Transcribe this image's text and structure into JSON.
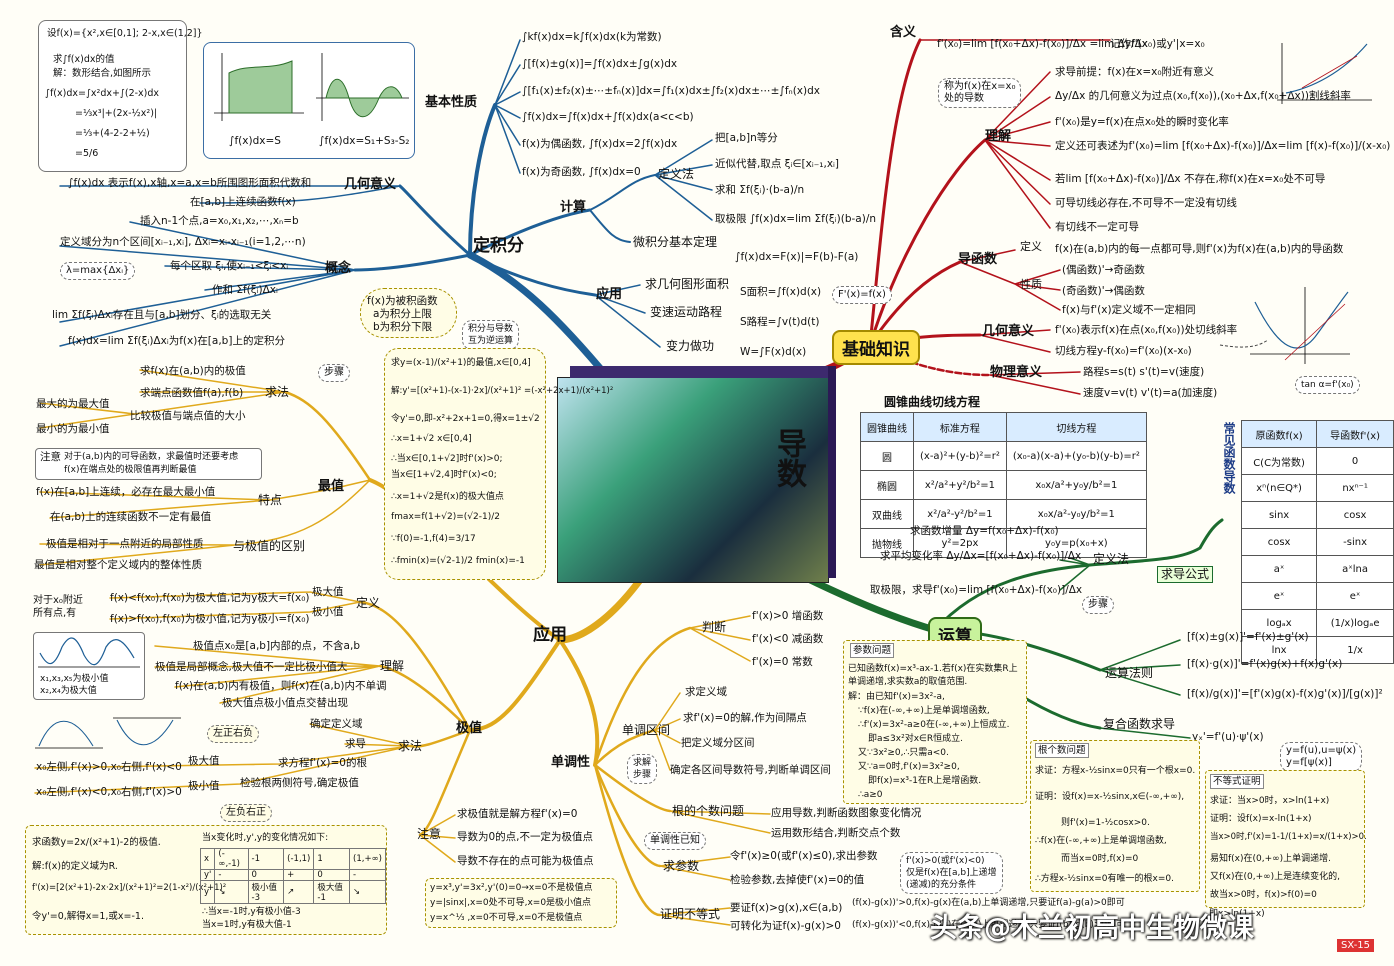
{
  "center": {
    "title": "导数"
  },
  "hubs": {
    "definite": "定积分",
    "basic": "基础知识",
    "calc": "运算",
    "apply": "应用"
  },
  "definite": {
    "props_title": "基本性质",
    "props": [
      "∫kf(x)dx=k∫f(x)dx(k为常数)",
      "∫[f(x)±g(x)]=∫f(x)dx±∫g(x)dx",
      "∫[f₁(x)±f₂(x)±⋯±fₙ(x)]dx=∫f₁(x)dx±∫f₂(x)dx±⋯±∫fₙ(x)dx",
      "∫f(x)dx=∫f(x)dx+∫f(x)dx(a<c<b)",
      "f(x)为偶函数, ∫f(x)dx=2∫f(x)dx",
      "f(x)为奇函数, ∫f(x)dx=0"
    ],
    "calc_title": "计算",
    "def_method": "定义法",
    "def_steps": [
      "把[a,b]n等分",
      "近似代替,取点 ξᵢ∈[xᵢ₋₁,xᵢ]",
      "求和 Σf(ξᵢ)·(b-a)/n",
      "取极限 ∫f(x)dx=lim Σf(ξᵢ)(b-a)/n"
    ],
    "ftc": "微积分基本定理",
    "ftc_formula": "∫f(x)dx=F(x)|=F(b)-F(a)",
    "ftc_note": "F'(x)=f(x)",
    "app_title": "应用",
    "apps": [
      "求几何图形面积",
      "变速运动路程",
      "变力做功"
    ],
    "app_formulas": [
      "S面积=∫f(x)d(x)",
      "S路程=∫v(t)d(t)",
      "W=∫F(x)d(x)"
    ],
    "geom_title": "几何意义",
    "geom": [
      "∫f(x)dx 表示f(x),x轴,x=a,x=b所围图形面积代数和",
      "在[a,b]上连续函数f(x)"
    ],
    "graph_captions": [
      "∫f(x)dx=S",
      "∫f(x)dx=S₁+S₃-S₂"
    ],
    "concept_title": "概念",
    "concept": [
      "插入n-1个点,a=x₀,x₁,x₂,⋯,xₙ=b",
      "定义域分为n个区间[xᵢ₋₁,xᵢ], Δxᵢ=xᵢ-xᵢ₋₁(i=1,2,⋯n)",
      "每个区取 ξᵢ,使xᵢ₋₁<ξᵢ<xᵢ",
      "作和 Σf(ξᵢ)Δxᵢ",
      "lim Σf(ξᵢ)Δxᵢ存在且与[a,b]划分、ξᵢ的选取无关",
      "f(x)dx=lim Σf(ξᵢ)Δxᵢ为f(x)在[a,b]上的定积分"
    ],
    "lambda_note": "λ=max{Δxᵢ}",
    "integrand_note": [
      "f(x)为被积函数",
      "a为积分上限",
      "b为积分下限"
    ],
    "mutual_note": [
      "积分与导数",
      "互为逆运算"
    ],
    "example": [
      "设f(x)={x²,x∈[0,1]; 2-x,x∈(1,2]}",
      "求∫f(x)dx的值",
      "解：数形结合,如图所示",
      "∫f(x)dx=∫x²dx+∫(2-x)dx",
      "=⅓x³|+(2x-½x²)|",
      "=⅓+(4-2-2+½)",
      "=5/6"
    ]
  },
  "basic": {
    "meaning_title": "含义",
    "meaning_formula": "f'(x₀)=lim [f(x₀+Δx)-f(x₀)]/Δx =lim Δy/Δx",
    "meaning_note": "记作f'(x₀)或y'|x=x₀",
    "meaning_bubble": [
      "称为f(x)在x=x₀",
      "处的导数"
    ],
    "understand_title": "理解",
    "understand": [
      "求导前提：f(x)在x=x₀附近有意义",
      "Δy/Δx 的几何意义为过点(x₀,f(x₀)),(x₀+Δx,f(x₀+Δx))割线斜率",
      "f'(x₀)是y=f(x)在点x₀处的瞬时变化率",
      "定义还可表述为f'(x₀)=lim [f(x₀+Δx)-f(x₀)]/Δx=lim [f(x)-f(x₀)]/(x-x₀)",
      "若lim [f(x₀+Δx)-f(x₀)]/Δx 不存在,称f(x)在x=x₀处不可导",
      "可导切线必存在,不可导不一定没有切线",
      "有切线不一定可导"
    ],
    "derfunc_title": "导函数",
    "derfunc_def_label": "定义",
    "derfunc_def": "f(x)在(a,b)内的每一点都可导,则f'(x)为f(x)在(a,b)内的导函数",
    "derfunc_prop_label": "性质",
    "derfunc_props": [
      "(偶函数)'→奇函数",
      "(奇函数)'→偶函数",
      "f(x)与f'(x)定义域不一定相同"
    ],
    "geo_title": "几何意义",
    "geo": [
      "f'(x₀)表示f(x)在点(x₀,f(x₀))处切线斜率",
      "切线方程y-f(x₀)=f'(x₀)(x-x₀)"
    ],
    "tan_note": "tan α=f'(x₀)",
    "phys_title": "物理意义",
    "phys": [
      "路程s=s(t)   s'(t)=v(速度)",
      "速度v=v(t)   v'(t)=a(加速度)"
    ]
  },
  "conic": {
    "title": "圆锥曲线切线方程",
    "headers": [
      "圆锥曲线",
      "标准方程",
      "切线方程"
    ],
    "rows": [
      [
        "圆",
        "(x-a)²+(y-b)²=r²",
        "(x₀-a)(x-a)+(y₀-b)(y-b)=r²"
      ],
      [
        "椭圆",
        "x²/a²+y²/b²=1",
        "x₀x/a²+y₀y/b²=1"
      ],
      [
        "双曲线",
        "x²/a²-y²/b²=1",
        "x₀x/a²-y₀y/b²=1"
      ],
      [
        "抛物线",
        "y²=2px",
        "y₀y=p(x₀+x)"
      ]
    ]
  },
  "derivs": {
    "title": "常见函数导数",
    "headers": [
      "原函数f(x)",
      "导函数f'(x)"
    ],
    "rows": [
      [
        "C(C为常数)",
        "0"
      ],
      [
        "xⁿ(n∈Q*)",
        "nxⁿ⁻¹"
      ],
      [
        "sinx",
        "cosx"
      ],
      [
        "cosx",
        "-sinx"
      ],
      [
        "aˣ",
        "aˣlna"
      ],
      [
        "eˣ",
        "eˣ"
      ],
      [
        "logₐx",
        "(1/x)logₐe"
      ],
      [
        "lnx",
        "1/x"
      ]
    ]
  },
  "calc": {
    "formula_title": "求导公式",
    "def_title": "定义法",
    "def_steps": [
      "求函数增量 Δy=f(x₀+Δx)-f(x₀)",
      "求平均变化率 Δy/Δx=[f(x₀+Δx)-f(x₀)]/Δx",
      "取极限，求导f'(x₀)=lim [f(x₀+Δx)-f(x₀)]/Δx"
    ],
    "step_note": "步骤",
    "rules_title": "运算法则",
    "rules": [
      "[f(x)±g(x)]'=f'(x)±g'(x)",
      "[f(x)·g(x)]'=f'(x)g(x)+f(x)g'(x)",
      "[f(x)/g(x)]'=[f'(x)g(x)-f(x)g'(x)]/[g(x)]²"
    ],
    "comp_title": "复合函数求导",
    "comp": "yₓ'=f'(u)·ψ'(x)",
    "comp_note": [
      "y=f(u),u=ψ(x)",
      "y=f[ψ(x)]"
    ]
  },
  "apply": {
    "max_title": "最值",
    "method": "求法",
    "step_tag": "步骤",
    "max_steps": [
      "求f(x)在(a,b)内的极值",
      "求端点函数值f(a),f(b)",
      "比较极值与端点值的大小",
      "最大的为最大值",
      "最小的为最小值"
    ],
    "note_label": "注意",
    "note_text": [
      "对于(a,b)内的可导函数，求最值时还要考虑",
      "f(x)在端点处的极限值再判断最值"
    ],
    "feature": "特点",
    "features": [
      "f(x)在[a,b]上连续，必存在最大最小值",
      "在(a,b)上的连续函数不一定有最值"
    ],
    "diff_title": "与极值的区别",
    "diffs": [
      "极值是相对于一点附近的局部性质",
      "最值是相对整个定义域内的整体性质"
    ],
    "ex_max": [
      "求y=(x-1)/(x²+1)的最值,x∈[0,4]",
      "解:y'=[(x²+1)-(x-1)·2x]/(x²+1)² =(-x²+2x+1)/(x²+1)²",
      "令y'=0,即-x²+2x+1=0,得x=1±√2",
      "∴x=1+√2   x∈[0,4]",
      "∴当x∈[0,1+√2]时f'(x)>0;",
      "当x∈[1+√2,4]时f'(x)<0;",
      "∴x=1+√2是f(x)的极大值点",
      "fmax=f(1+√2)=(√2-1)/2",
      "∵f(0)=-1,f(4)=3/17",
      "∴fmin(x)=(√2-1)/2  fmin(x)=-1"
    ],
    "extreme_title": "极值",
    "ext_def": "定义",
    "ext_max": "极大值",
    "ext_min": "极小值",
    "ext_def_items": [
      "f(x)<f(x₀),f(x₀)为极大值,记为y极大=f(x₀)",
      "f(x)>f(x₀),f(x₀)为极小值,记为y极小=f(x₀)"
    ],
    "near_note": [
      "对于x₀附近",
      "所有点,有"
    ],
    "understand": "理解",
    "ext_und": [
      "极值点x₀是[a,b]内部的点，不含a,b",
      "极值是局部概念,极大值不一定比极小值大",
      "f(x)在(a,b)内有极值，则f(x)在(a,b)内不单调",
      "极大值点极小值点交替出现"
    ],
    "graph_note": [
      "x₁,x₃,x₅为极小值",
      "x₂,x₄为极大值"
    ],
    "method2": "求法",
    "ext_methods": [
      "确定定义域",
      "求导",
      "求方程f'(x)=0的根",
      "检验根两侧符号,确定极值"
    ],
    "lr_tags": [
      "左正右负",
      "左负右正"
    ],
    "max_side": "极大值",
    "min_side": "极小值",
    "side_max": "x₀左侧,f'(x)>0,x₀右侧,f'(x)<0",
    "side_min": "x₀左侧,f'(x)<0,x₀右侧,f'(x)>0",
    "attention": "注意",
    "attentions": [
      "求极值就是解方程f'(x)=0",
      "导数为0的点,不一定为极值点",
      "导数不存在的点可能为极值点"
    ],
    "att_examples": [
      "y=x³,y'=3x²,y'(0)=0→x=0不是极值点",
      "y=|sinx|,x=0处不可导,x=0是极小值点",
      "y=x^⅓ ,x=0不可导,x=0不是极值点"
    ],
    "ex_ext": [
      "求函数y=2x/(x²+1)-2的极值.",
      "解:f(x)的定义域为R.",
      "f'(x)=[2(x²+1)-2x·2x]/(x²+1)²=2(1-x²)/(x²+1)²",
      "令y'=0,解得x=1,或x=-1."
    ],
    "ex_table_title": "当x变化时,y',y的变化情况如下:",
    "ex_table": [
      [
        "x",
        "(-∞,-1)",
        "-1",
        "(-1,1)",
        "1",
        "(1,+∞)"
      ],
      [
        "y'",
        "-",
        "0",
        "+",
        "0",
        "-"
      ],
      [
        "y",
        "↘",
        "极小值 -3",
        "↗",
        "极大值 -1",
        "↘"
      ]
    ],
    "ex_ext_end": [
      "∴当x=-1时,y有极小值-3",
      "当x=1时,y有极大值-1"
    ],
    "mono_title": "单调性",
    "judge": "判断",
    "judge_items": [
      "f'(x)>0  增函数",
      "f'(x)<0  减函数",
      "f'(x)=0  常数"
    ],
    "mono_interval": "单调区间",
    "mono_steps": [
      "求定义域",
      "求f'(x)=0的解,作为间隔点",
      "把定义域分区间",
      "确定各区间导数符号,判断单调区间"
    ],
    "mono_step_tag": [
      "求解",
      "步骤"
    ],
    "roots_title": "根的个数问题",
    "roots": [
      "应用导数,判断函数图象变化情况",
      "运用数形结合,判断交点个数"
    ],
    "param_title": "求参数",
    "param_known": "单调性已知",
    "params": [
      "令f'(x)≥0(或f'(x)≤0),求出参数",
      "检验参数,去掉使f'(x)=0的值"
    ],
    "param_note": [
      "f'(x)>0(或f'(x)<0)",
      "仅是f(x)在[a,b]上递增",
      "(递减)的充分条件"
    ],
    "prove_title": "证明不等式",
    "proves": [
      "要证f(x)>g(x),x∈(a,b)",
      "可转化为证f(x)-g(x)>0"
    ],
    "prove_tail": [
      "(f(x)-g(x))'>0,f(x)-g(x)在(a,b)上单调递增,只要证f(a)-g(a)>0即可",
      "(f(x)-g(x))'<0,f(x)-g(x)在(a,b)上单调递减,只要证f(b)-g(b)>0即可"
    ],
    "param_q_title": "参数问题",
    "param_q": [
      "已知函数f(x)=x³-ax-1.若f(x)在实数集R上",
      "单调递增,求实数a的取值范围.",
      "解：由已知f'(x)=3x²-a,",
      "∵f(x)在(-∞,+∞)上是单调增函数,",
      "∴f'(x)=3x²-a≥0在(-∞,+∞)上恒成立.",
      "即a≤3x²对x∈R恒成立.",
      "又∵3x²≥0,∴只需a<0.",
      "又∵a=0时,f'(x)=3x²≥0,",
      "即f(x)=x³-1在R上是增函数.",
      "∴a≥0"
    ],
    "root_q_title": "根个数问题",
    "root_q": [
      "求证：方程x-½sinx=0只有一个根x=0.",
      "证明：设f(x)=x-½sinx,x∈(-∞,+∞),",
      "则f'(x)=1-½cosx>0.",
      "∴f(x)在(-∞,+∞)上是单调增函数,",
      "而当x=0时,f(x)=0",
      "∴方程x-½sinx=0有唯一的根x=0."
    ],
    "ineq_title": "不等式证明",
    "ineq": [
      "求证：当x>0时，x>ln(1+x)",
      "证明：设f(x)=x-ln(1+x)",
      "当x>0时,f'(x)=1-1/(1+x)=x/(1+x)>0.",
      "易知f(x)在(0,+∞)上单调递增.",
      "又f(x)在(0,+∞)上是连续变化的,",
      "故当x>0时，f(x)>f(0)=0",
      "即x>ln(1+x)"
    ]
  },
  "watermark": "头条@木兰初高中生物微课",
  "page_no": "SX-15",
  "colors": {
    "definite": "#1e5f96",
    "basic": "#b3121b",
    "calc": "#1c6b2e",
    "apply": "#e0a91c"
  }
}
